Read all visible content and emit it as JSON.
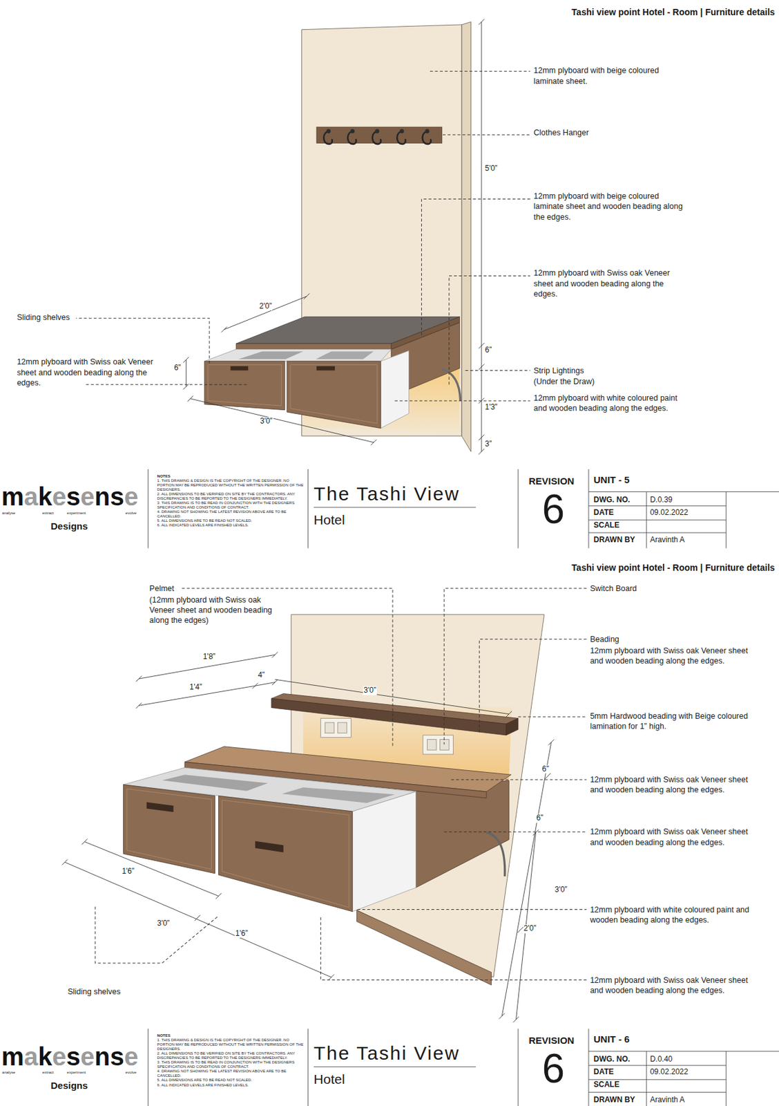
{
  "diagram": {
    "labels": [
      "Tashi view point Hotel - Room | Furniture details",
      "12mm plyboard with beige coloured laminate sheet.",
      "Clothes Hanger",
      "5'0”",
      "12mm plyboard with beige coloured laminate sheet and wooden beading along the edges.",
      "12mm plyboard with Swiss oak Veneer sheet and wooden beading along the edges.",
      "6”",
      "Strip Lightings",
      "(Under the Draw)",
      "12mm plyboard with white coloured paint and wooden beading along the edges.",
      "1'3”",
      "3”",
      "2'0”",
      "Sliding shelves",
      "6”",
      "12mm plyboard with Swiss oak Veneer sheet and wooden beading along the edges.",
      "3'0”",
      "makesense",
      "analyse",
      "extract",
      "experiment",
      "evolve",
      "Designs",
      "NOTES",
      "1. THIS DRAWING & DESIGN IS THE COPYRIGHT OF THE DESIGNER. NO PORTION MAY BE REPRODUCED WITHOUT THE WRITTEN PERMISSION OF THE DESIGNERS.",
      "2. ALL DIMENSIONS TO BE VERIFIED ON SITE BY THE CONTRACTORS. ANY DISCREPANCIES TO BE REPORTED TO THE DESIGNERS IMMEDIATELY.",
      "3. THIS DRAWING IS TO BE READ IN CONJUNCTION WITH THE DESIGNERS SPECIFICATION AND CONDITIONS OF CONTRACT.",
      "4. DRAWING NOT SHOWING THE LATEST REVISION ABOVE ARE TO BE CANCELLED.",
      "5. ALL DIMENSIONS ARE TO BE READ NOT SCALED.",
      "6. ALL INDICATED LEVELS ARE FINISHED LEVELS.",
      "The Tashi View",
      "Hotel",
      "REVISION",
      "6",
      "UNIT - 5",
      "DWG. NO.",
      "D.0.39",
      "DATE",
      "09.02.2022",
      "SCALE",
      "DRAWN BY",
      "Aravinth A",
      "Tashi view point Hotel - Room | Furniture details",
      "Pelmet",
      "(12mm plyboard with Swiss oak Veneer sheet and wooden beading along the edges)",
      "Switch Board",
      "Beading",
      "12mm plyboard with Swiss oak Veneer sheet and wooden beading along the edges.",
      "5mm Hardwood beading with Beige coloured lamination for 1” high.",
      "12mm plyboard with Swiss oak Veneer sheet and wooden beading along the edges.",
      "12mm plyboard with Swiss oak Veneer sheet and wooden beading along the edges.",
      "12mm plyboard with white coloured paint and wooden beading along the edges.",
      "12mm plyboard with Swiss oak Veneer sheet and wooden beading along the edges.",
      "1'8”",
      "1'4”",
      "4”",
      "3'0”",
      "6”",
      "6”",
      "3'0”",
      "2'0”",
      "1'6”",
      "3'0”",
      "1'6”",
      "Sliding shelves",
      "makesense",
      "analyse",
      "extract",
      "experiment",
      "evolve",
      "Designs",
      "NOTES",
      "1. THIS DRAWING & DESIGN IS THE COPYRIGHT OF THE DESIGNER. NO PORTION MAY BE REPRODUCED WITHOUT THE WRITTEN PERMISSION OF THE DESIGNERS.",
      "2. ALL DIMENSIONS TO BE VERIFIED ON SITE BY THE CONTRACTORS. ANY DISCREPANCIES TO BE REPORTED TO THE DESIGNERS IMMEDIATELY.",
      "3. THIS DRAWING IS TO BE READ IN CONJUNCTION WITH THE DESIGNERS SPECIFICATION AND CONDITIONS OF CONTRACT.",
      "4. DRAWING NOT SHOWING THE LATEST REVISION ABOVE ARE TO BE CANCELLED.",
      "5. ALL DIMENSIONS ARE TO BE READ NOT SCALED.",
      "6. ALL INDICATED LEVELS ARE FINISHED LEVELS.",
      "The Tashi View",
      "Hotel",
      "REVISION",
      "6",
      "UNIT - 6",
      "DWG. NO.",
      "D.0.40",
      "DATE",
      "09.02.2022",
      "SCALE",
      "DRAWN BY",
      "Aravinth A"
    ]
  }
}
